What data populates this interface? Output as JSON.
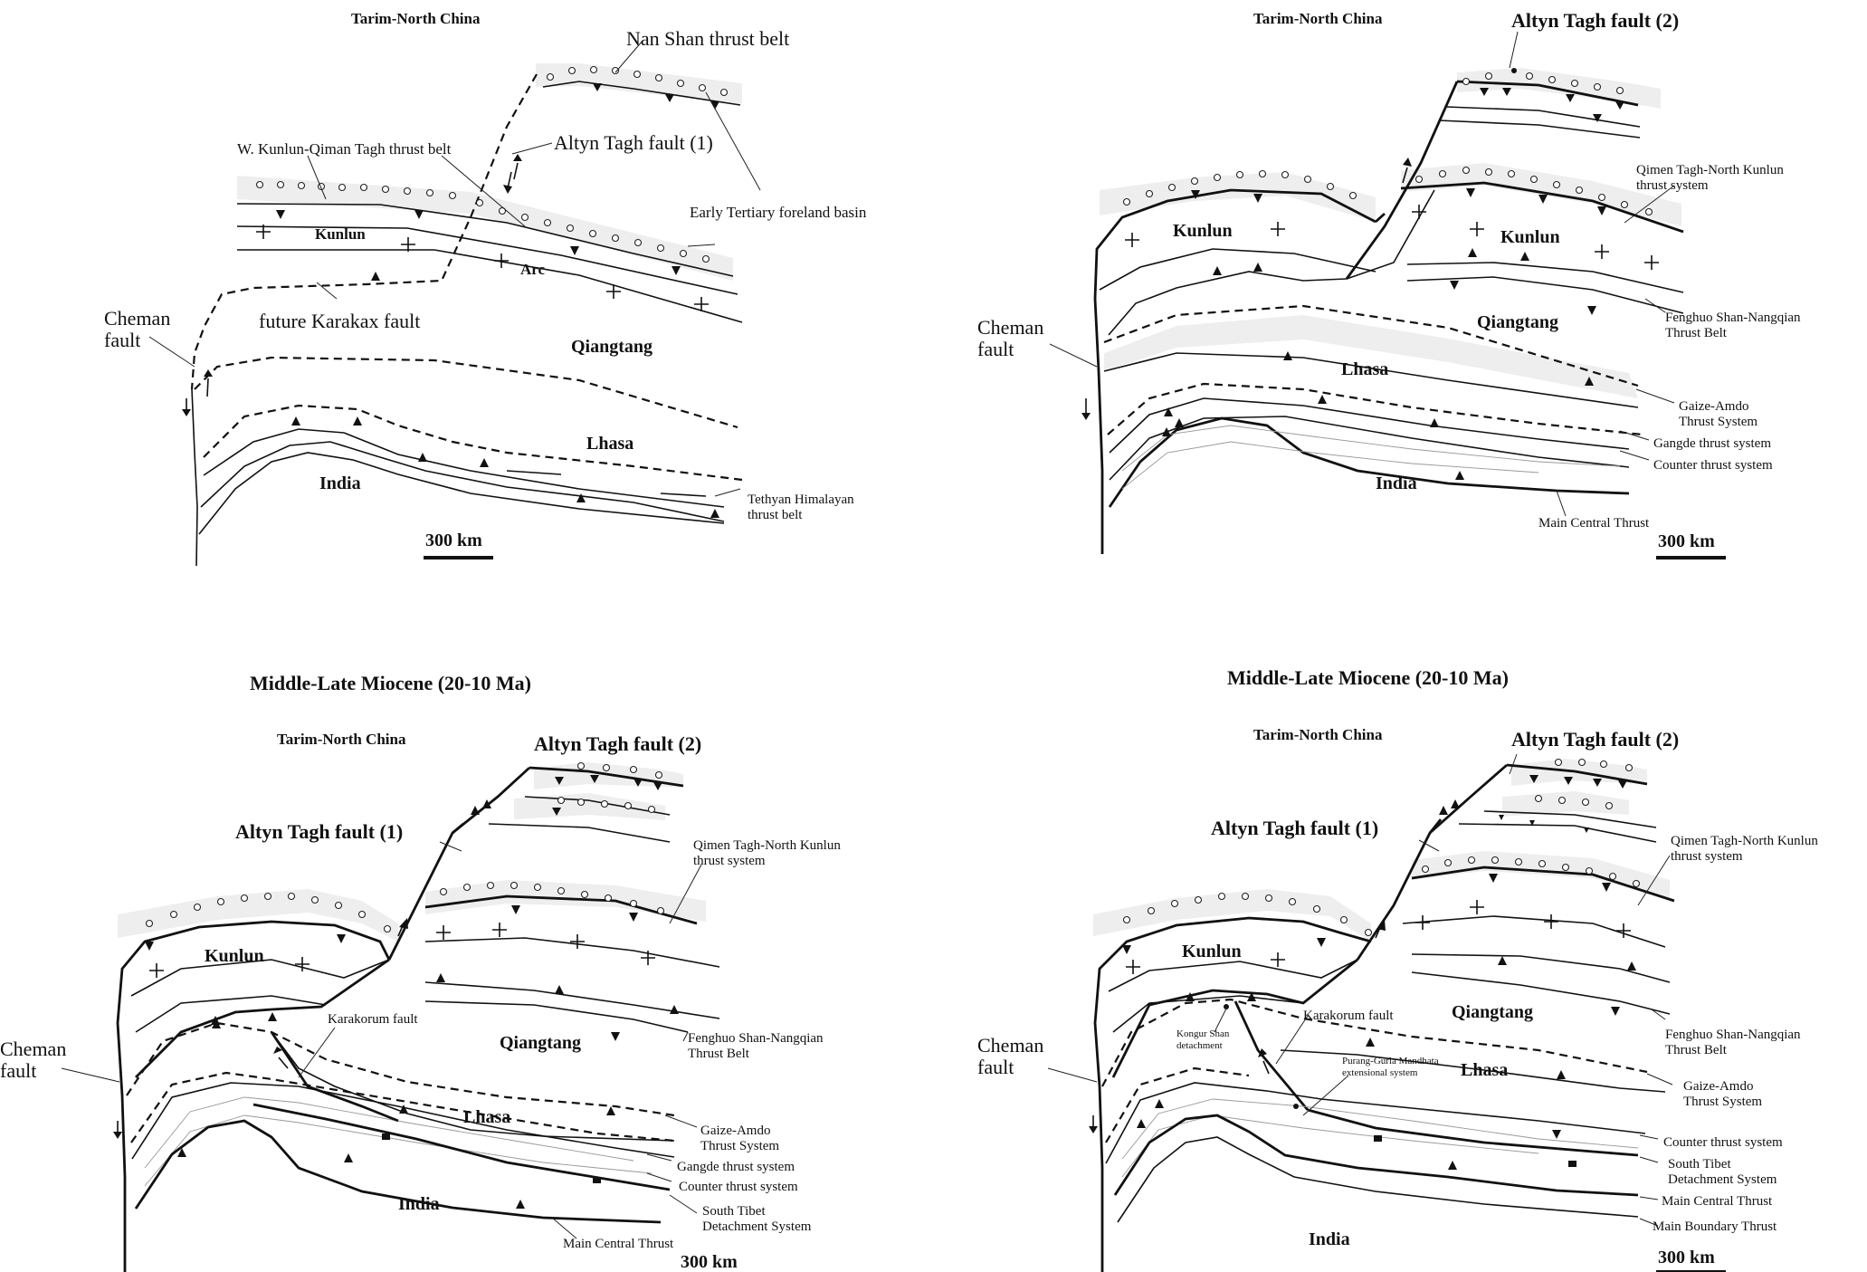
{
  "panels": {
    "p1": {
      "tarim": "Tarim-North China",
      "nanshan": "Nan Shan thrust belt",
      "altyn1": "Altyn Tagh fault (1)",
      "wkunlun": "W. Kunlun-Qiman Tagh thrust belt",
      "foreland": "Early Tertiary foreland basin",
      "kunlun": "Kunlun",
      "arc": "Arc",
      "karakax": "future Karakax fault",
      "cheman1": "Cheman",
      "cheman2": "fault",
      "qiangtang": "Qiangtang",
      "lhasa": "Lhasa",
      "india": "India",
      "tethyan1": "Tethyan Himalayan",
      "tethyan2": "thrust belt",
      "scale": "300 km"
    },
    "p2": {
      "tarim": "Tarim-North China",
      "altyn2": "Altyn Tagh fault (2)",
      "qimen1": "Qimen Tagh-North Kunlun",
      "qimen2": "thrust system",
      "kunlun_w": "Kunlun",
      "kunlun_e": "Kunlun",
      "qiangtang": "Qiangtang",
      "fenghuo1": "Fenghuo Shan-Nangqian",
      "fenghuo2": "Thrust Belt",
      "cheman1": "Cheman",
      "cheman2": "fault",
      "lhasa": "Lhasa",
      "gaize1": "Gaize-Amdo",
      "gaize2": "Thrust System",
      "gangde": "Gangde thrust system",
      "counter": "Counter thrust system",
      "india": "India",
      "mct": "Main Central Thrust",
      "scale": "300 km"
    },
    "p3": {
      "title": "Middle-Late Miocene (20-10 Ma)",
      "tarim": "Tarim-North China",
      "altyn2": "Altyn Tagh fault (2)",
      "altyn1": "Altyn Tagh fault (1)",
      "qimen1": "Qimen Tagh-North Kunlun",
      "qimen2": "thrust system",
      "kunlun": "Kunlun",
      "karakorum": "Karakorum fault",
      "qiangtang": "Qiangtang",
      "fenghuo1": "Fenghuo Shan-Nangqian",
      "fenghuo2": "Thrust Belt",
      "cheman1": "Cheman",
      "cheman2": "fault",
      "lhasa": "Lhasa",
      "gaize1": "Gaize-Amdo",
      "gaize2": "Thrust System",
      "gangde": "Gangde thrust system",
      "counter": "Counter thrust system",
      "std1": "South Tibet",
      "std2": "Detachment System",
      "india": "India",
      "mct": "Main Central Thrust",
      "scale": "300 km"
    },
    "p4": {
      "title": "Middle-Late Miocene (20-10 Ma)",
      "tarim": "Tarim-North China",
      "altyn2": "Altyn Tagh fault (2)",
      "altyn1": "Altyn Tagh fault (1)",
      "qimen1": "Qimen Tagh-North Kunlun",
      "qimen2": "thrust system",
      "kunlun": "Kunlun",
      "qiangtang": "Qiangtang",
      "karakorum": "Karakorum fault",
      "kongur1": "Kongur Shan",
      "kongur2": "detachment",
      "purang1": "Purang-Gurla Mandhata",
      "purang2": "extensional system",
      "cheman1": "Cheman",
      "cheman2": "fault",
      "lhasa": "Lhasa",
      "fenghuo1": "Fenghuo Shan-Nangqian",
      "fenghuo2": "Thrust Belt",
      "gaize1": "Gaize-Amdo",
      "gaize2": "Thrust System",
      "counter": "Counter thrust system",
      "std1": "South Tibet",
      "std2": "Detachment System",
      "mct": "Main Central Thrust",
      "mbt": "Main Boundary Thrust",
      "india": "India",
      "scale": "300 km"
    }
  }
}
